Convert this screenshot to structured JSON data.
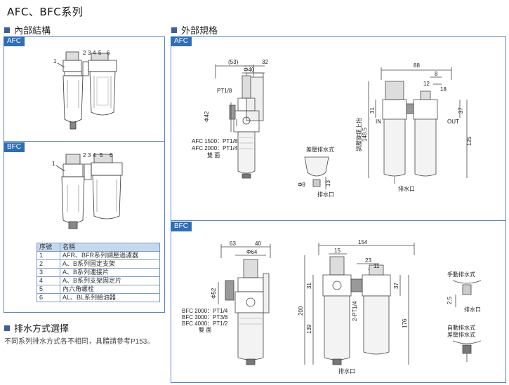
{
  "title": "AFC、BFC系列",
  "sections": {
    "internal": "內部結構",
    "external": "外部規格",
    "drain": "排水方式選擇"
  },
  "tags": {
    "afc": "AFC",
    "bfc": "BFC"
  },
  "parts_table": {
    "headers": [
      "序號",
      "名稱"
    ],
    "rows": [
      [
        "1",
        "AFR、BFR系列調壓過濾器"
      ],
      [
        "2",
        "A、B系列固定支架"
      ],
      [
        "3",
        "A、B系列連接片"
      ],
      [
        "4",
        "A、B系列支架固定片"
      ],
      [
        "5",
        "內六角螺栓"
      ],
      [
        "6",
        "AL、BL系列給油器"
      ]
    ]
  },
  "drain_note": "不同系列排水方式各不相同，具體請參考P153。",
  "callouts": [
    "1",
    "2",
    "3",
    "4",
    "5",
    "6"
  ],
  "afc_dims": {
    "d53": "(53)",
    "d32": "32",
    "d40": "Φ40",
    "pt18": "PT1/8",
    "d42": "Φ42",
    "afc1500": "AFC 1500：PT1/8",
    "afc2000": "AFC 2000：PT1/4",
    "side": "雙 面",
    "diff_drain": "差壓排水式",
    "d8": "Φ8",
    "d13": "13",
    "drain": "排水口",
    "d88": "88",
    "d18": "18",
    "d12": "12",
    "d8b": "8",
    "d31": "31",
    "d148": "148.5",
    "adj": "調壓旋鈕上抬",
    "d37": "37",
    "d125": "125",
    "in": "IN",
    "out": "OUT",
    "drain2": "排水口"
  },
  "bfc_dims": {
    "d63": "63",
    "d40": "40",
    "d64": "Φ64",
    "d52": "Φ52",
    "bfc2000": "BFC 2000：PT1/4",
    "bfc3000": "BFC 3000：PT3/8",
    "bfc4000": "BFC 4000：PT1/2",
    "side": "雙 面",
    "d154": "154",
    "d15": "15",
    "d23": "23",
    "d11": "11",
    "d31": "31",
    "d200": "200",
    "d139": "139",
    "port": "2-PT1/4",
    "d37": "37",
    "d176": "176",
    "drain": "排水口",
    "manual": "手動排水式",
    "d25": "2.5",
    "drain2": "排水口",
    "auto": "自動排水式",
    "diff": "差壓排水式"
  }
}
